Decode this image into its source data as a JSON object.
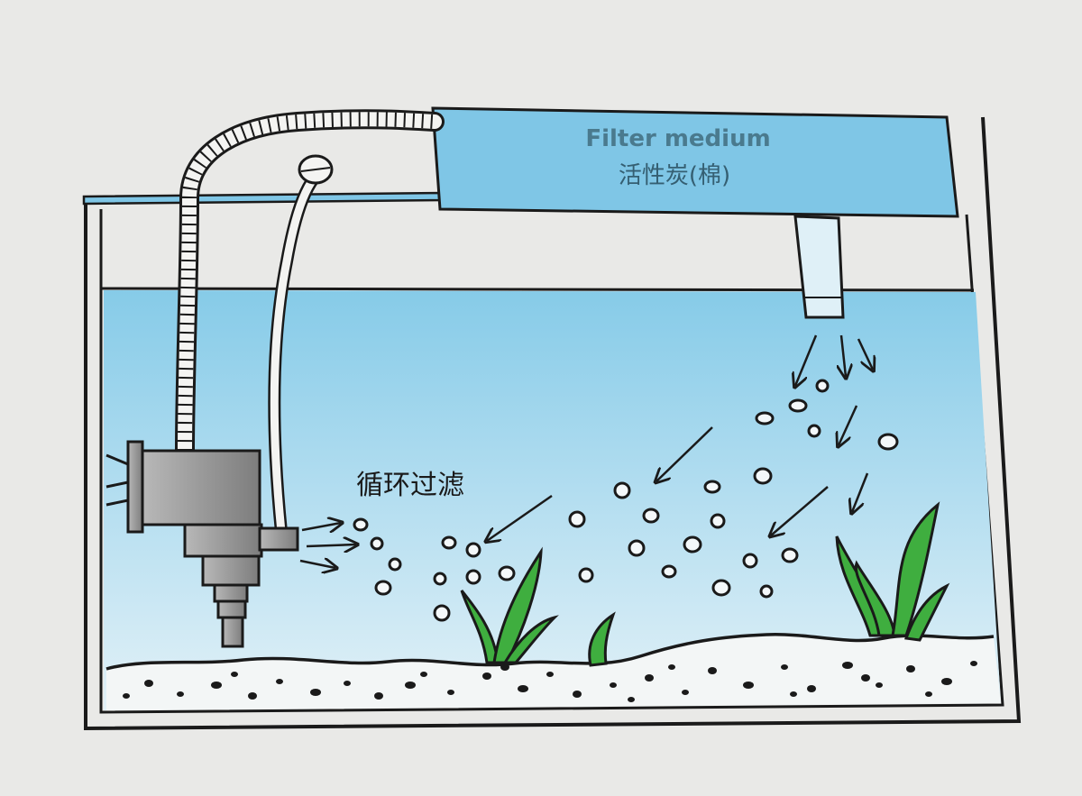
{
  "filter_box": {
    "label_en": "Filter medium",
    "label_zh": "活性炭(棉)"
  },
  "annotation": {
    "label": "循环过滤"
  },
  "colors": {
    "water": "#8fd0ea",
    "water_deep": "#bfe3f2",
    "filter_box": "#7fc6e6",
    "outline": "#1a1a1a",
    "plant": "#3fae3f",
    "pump": "#9b9b9b",
    "background": "#e9e9e7"
  },
  "icons": {
    "pump": "water-pump-icon",
    "hose": "corrugated-hose-icon",
    "air_tube": "air-tube-icon",
    "plant": "aquatic-plant-icon"
  }
}
